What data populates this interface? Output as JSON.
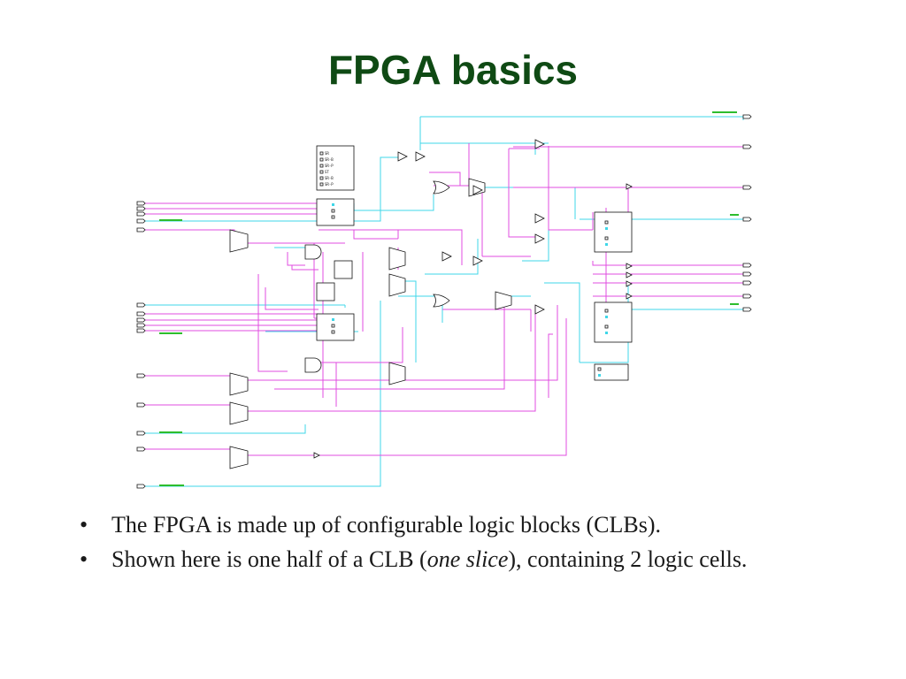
{
  "slide": {
    "title": "FPGA basics",
    "bullets": [
      {
        "text": "The FPGA is made up of configurable logic blocks (CLBs)."
      },
      {
        "pre": "Shown here is one half of a CLB (",
        "em": "one slice",
        "post": "), containing 2 logic cells."
      }
    ],
    "bullet_glyph": "•"
  },
  "schematic": {
    "icon": "logic-circuit-schematic-icon",
    "colors": {
      "wire_magenta": "#e04ce0",
      "wire_cyan": "#3fd7e8",
      "outline": "#111111",
      "label_green": "#2dbd2d",
      "title": "#0f4a14"
    }
  }
}
